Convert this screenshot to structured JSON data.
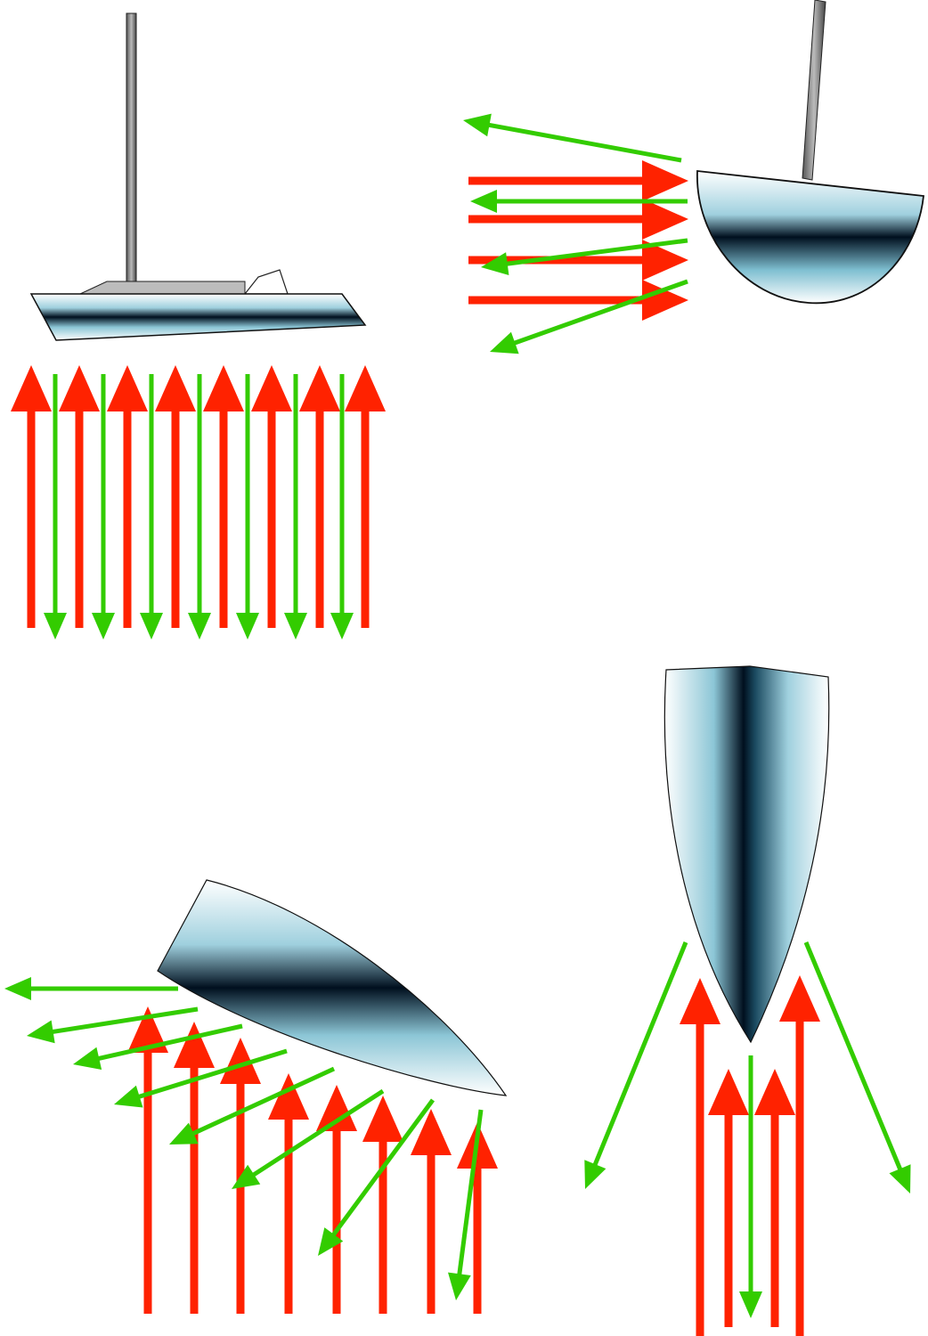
{
  "colors": {
    "incident_arrow": "#ff2200",
    "reflected_arrow": "#33cc00",
    "hull_light": "#ffffff",
    "hull_mid": "#7fc0d2",
    "hull_dark": "#000f1e",
    "hull_outline": "#111111",
    "mast": "#777777",
    "cabin": "#bcbcbc"
  },
  "panels": [
    {
      "id": "side-view",
      "description_visible": false
    },
    {
      "id": "end-view",
      "description_visible": false
    },
    {
      "id": "angled-bow-view",
      "description_visible": false
    },
    {
      "id": "head-on-bow-view",
      "description_visible": false
    }
  ]
}
